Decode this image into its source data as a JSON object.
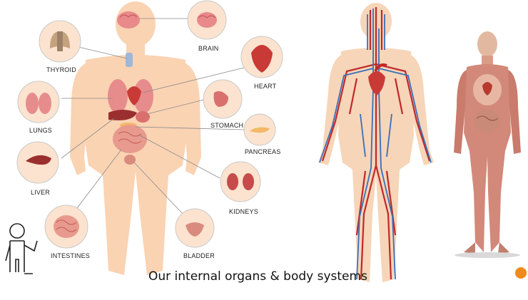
{
  "caption": "Our internal organs & body systems",
  "labels": {
    "brain": "BRAIN",
    "thyroid": "THYROID",
    "heart": "HEART",
    "lungs": "LUNGS",
    "stomach": "STOMACH",
    "pancreas": "PANCREAS",
    "liver": "LIVER",
    "kidneys": "KIDNEYS",
    "intestines": "INTESTINES",
    "bladder": "BLADDER"
  },
  "colors": {
    "skin": "#fad3b3",
    "circle_fill": "#fbe3cf",
    "organ_red": "#d1453f",
    "artery_red": "#c0282a",
    "vein_blue": "#3a6fb8",
    "accent_orange": "#f08a1c"
  }
}
